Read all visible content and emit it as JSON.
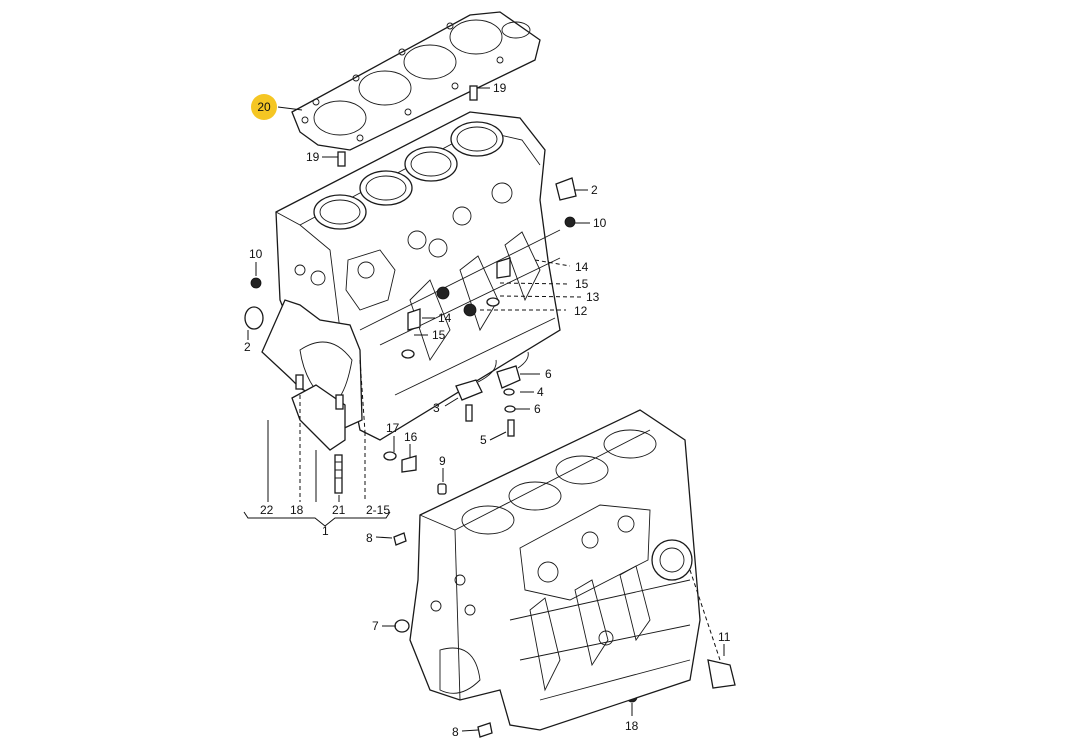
{
  "diagram": {
    "highlight_color": "#f5c623",
    "highlighted_label": "20",
    "callouts": [
      {
        "id": "c20",
        "text": "20"
      },
      {
        "id": "c19a",
        "text": "19"
      },
      {
        "id": "c19b",
        "text": "19"
      },
      {
        "id": "c2a",
        "text": "2"
      },
      {
        "id": "c10a",
        "text": "10"
      },
      {
        "id": "c10b",
        "text": "10"
      },
      {
        "id": "c14a",
        "text": "14"
      },
      {
        "id": "c15a",
        "text": "15"
      },
      {
        "id": "c13",
        "text": "13"
      },
      {
        "id": "c12",
        "text": "12"
      },
      {
        "id": "c14b",
        "text": "14"
      },
      {
        "id": "c15b",
        "text": "15"
      },
      {
        "id": "c2b",
        "text": "2"
      },
      {
        "id": "c6a",
        "text": "6"
      },
      {
        "id": "c4",
        "text": "4"
      },
      {
        "id": "c3",
        "text": "3"
      },
      {
        "id": "c6b",
        "text": "6"
      },
      {
        "id": "c5",
        "text": "5"
      },
      {
        "id": "c17",
        "text": "17"
      },
      {
        "id": "c16",
        "text": "16"
      },
      {
        "id": "c9",
        "text": "9"
      },
      {
        "id": "c22",
        "text": "22"
      },
      {
        "id": "c18a",
        "text": "18"
      },
      {
        "id": "c21",
        "text": "21"
      },
      {
        "id": "c215",
        "text": "2-15"
      },
      {
        "id": "c1",
        "text": "1"
      },
      {
        "id": "c8a",
        "text": "8"
      },
      {
        "id": "c7",
        "text": "7"
      },
      {
        "id": "c11",
        "text": "11"
      },
      {
        "id": "c8b",
        "text": "8"
      },
      {
        "id": "c18b",
        "text": "18"
      }
    ]
  }
}
